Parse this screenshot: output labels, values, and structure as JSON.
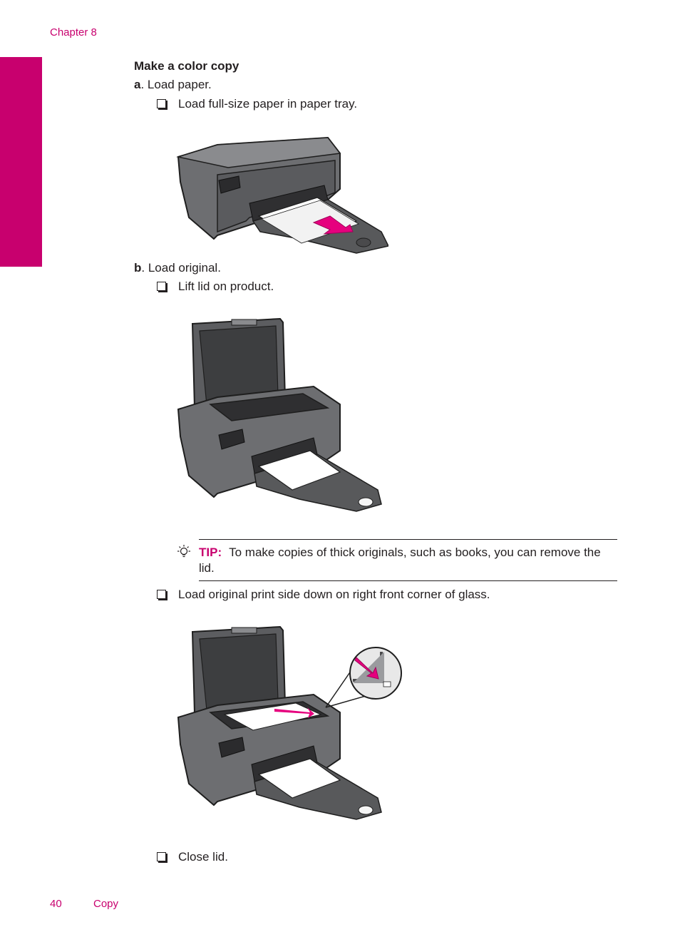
{
  "header": {
    "chapter": "Chapter 8"
  },
  "side_tab": {
    "label": "Copy",
    "color": "#c8006e"
  },
  "section": {
    "title": "Make a color copy"
  },
  "steps": [
    {
      "letter": "a",
      "text": ". Load paper."
    },
    {
      "letter": "b",
      "text": ". Load original."
    }
  ],
  "items": [
    "Load full-size paper in paper tray.",
    "Lift lid on product.",
    "Load original print side down on right front corner of glass.",
    "Close lid."
  ],
  "tip": {
    "label": "TIP:",
    "text": "To make copies of thick originals, such as books, you can remove the lid."
  },
  "footer": {
    "page_number": "40",
    "section": "Copy"
  },
  "colors": {
    "accent": "#c8006e",
    "printer_body": "#6d6e71",
    "printer_dark": "#3a3a3c"
  }
}
